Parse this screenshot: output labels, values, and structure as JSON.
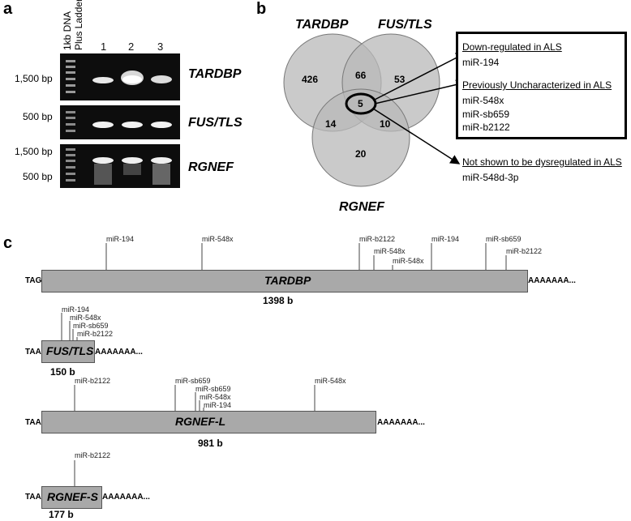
{
  "panel_a": {
    "letter": "a",
    "ladder_title": [
      "1kb DNA",
      "Plus Ladder"
    ],
    "lanes": [
      "1",
      "2",
      "3"
    ],
    "gels": [
      {
        "gene": "TARDBP",
        "markers": [
          "1,500 bp"
        ]
      },
      {
        "gene": "FUS/TLS",
        "markers": [
          "500 bp"
        ]
      },
      {
        "gene": "RGNEF",
        "markers": [
          "1,500 bp",
          "500 bp"
        ]
      }
    ]
  },
  "panel_b": {
    "letter": "b",
    "sets": [
      "TARDBP",
      "FUS/TLS",
      "RGNEF"
    ],
    "regions": {
      "tardbp_only": "426",
      "fus_only": "53",
      "rgnef_only": "20",
      "tardbp_fus": "66",
      "tardbp_rgnef": "14",
      "fus_rgnef": "10",
      "all_three": "5"
    },
    "legend": {
      "down_head": "Down-regulated in ALS",
      "down_items": [
        "miR-194"
      ],
      "uncharacterized_head": "Previously Uncharacterized in ALS",
      "uncharacterized_items": [
        "miR-548x",
        "miR-sb659",
        "miR-b2122"
      ]
    },
    "not_shown_head": "Not shown to be dysregulated in ALS",
    "not_shown_items": [
      "miR-548d-3p"
    ]
  },
  "panel_c": {
    "letter": "c",
    "utrs": [
      {
        "name": "TARDBP",
        "stop": "TAG",
        "tail": "AAAAAAA...",
        "length": "1398 b",
        "sites": [
          "miR-194",
          "miR-548x",
          "miR-b2122",
          "miR-548x",
          "miR-548x",
          "miR-194",
          "miR-sb659",
          "miR-b2122"
        ]
      },
      {
        "name": "FUS/TLS",
        "stop": "TAA",
        "tail": "AAAAAAA...",
        "length": "150 b",
        "sites": [
          "miR-194",
          "miR-548x",
          "miR-sb659",
          "miR-b2122"
        ]
      },
      {
        "name": "RGNEF-L",
        "stop": "TAA",
        "tail": "AAAAAAA...",
        "length": "981 b",
        "sites": [
          "miR-b2122",
          "miR-sb659",
          "miR-sb659",
          "miR-548x",
          "miR-194",
          "miR-548x"
        ]
      },
      {
        "name": "RGNEF-S",
        "stop": "TAA",
        "tail": "AAAAAAA...",
        "length": "177 b",
        "sites": [
          "miR-b2122"
        ]
      }
    ]
  }
}
